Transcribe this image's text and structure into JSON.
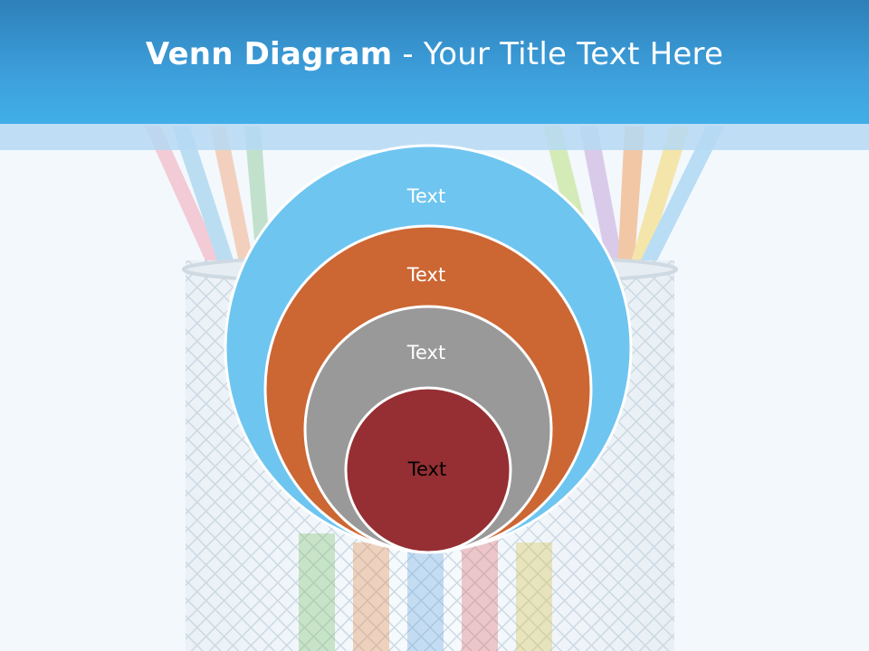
{
  "title": {
    "bold": "Venn Diagram",
    "rest": " - Your Title Text Here"
  },
  "circles": [
    {
      "label": "Text",
      "color": "#6ec5f0"
    },
    {
      "label": "Text",
      "color": "#cc6633"
    },
    {
      "label": "Text",
      "color": "#999999"
    },
    {
      "label": "Text",
      "color": "#952f33"
    }
  ],
  "colors": {
    "header": "#3d9fdb",
    "band": "#b5d9f3",
    "background": "#f3f8fc"
  }
}
